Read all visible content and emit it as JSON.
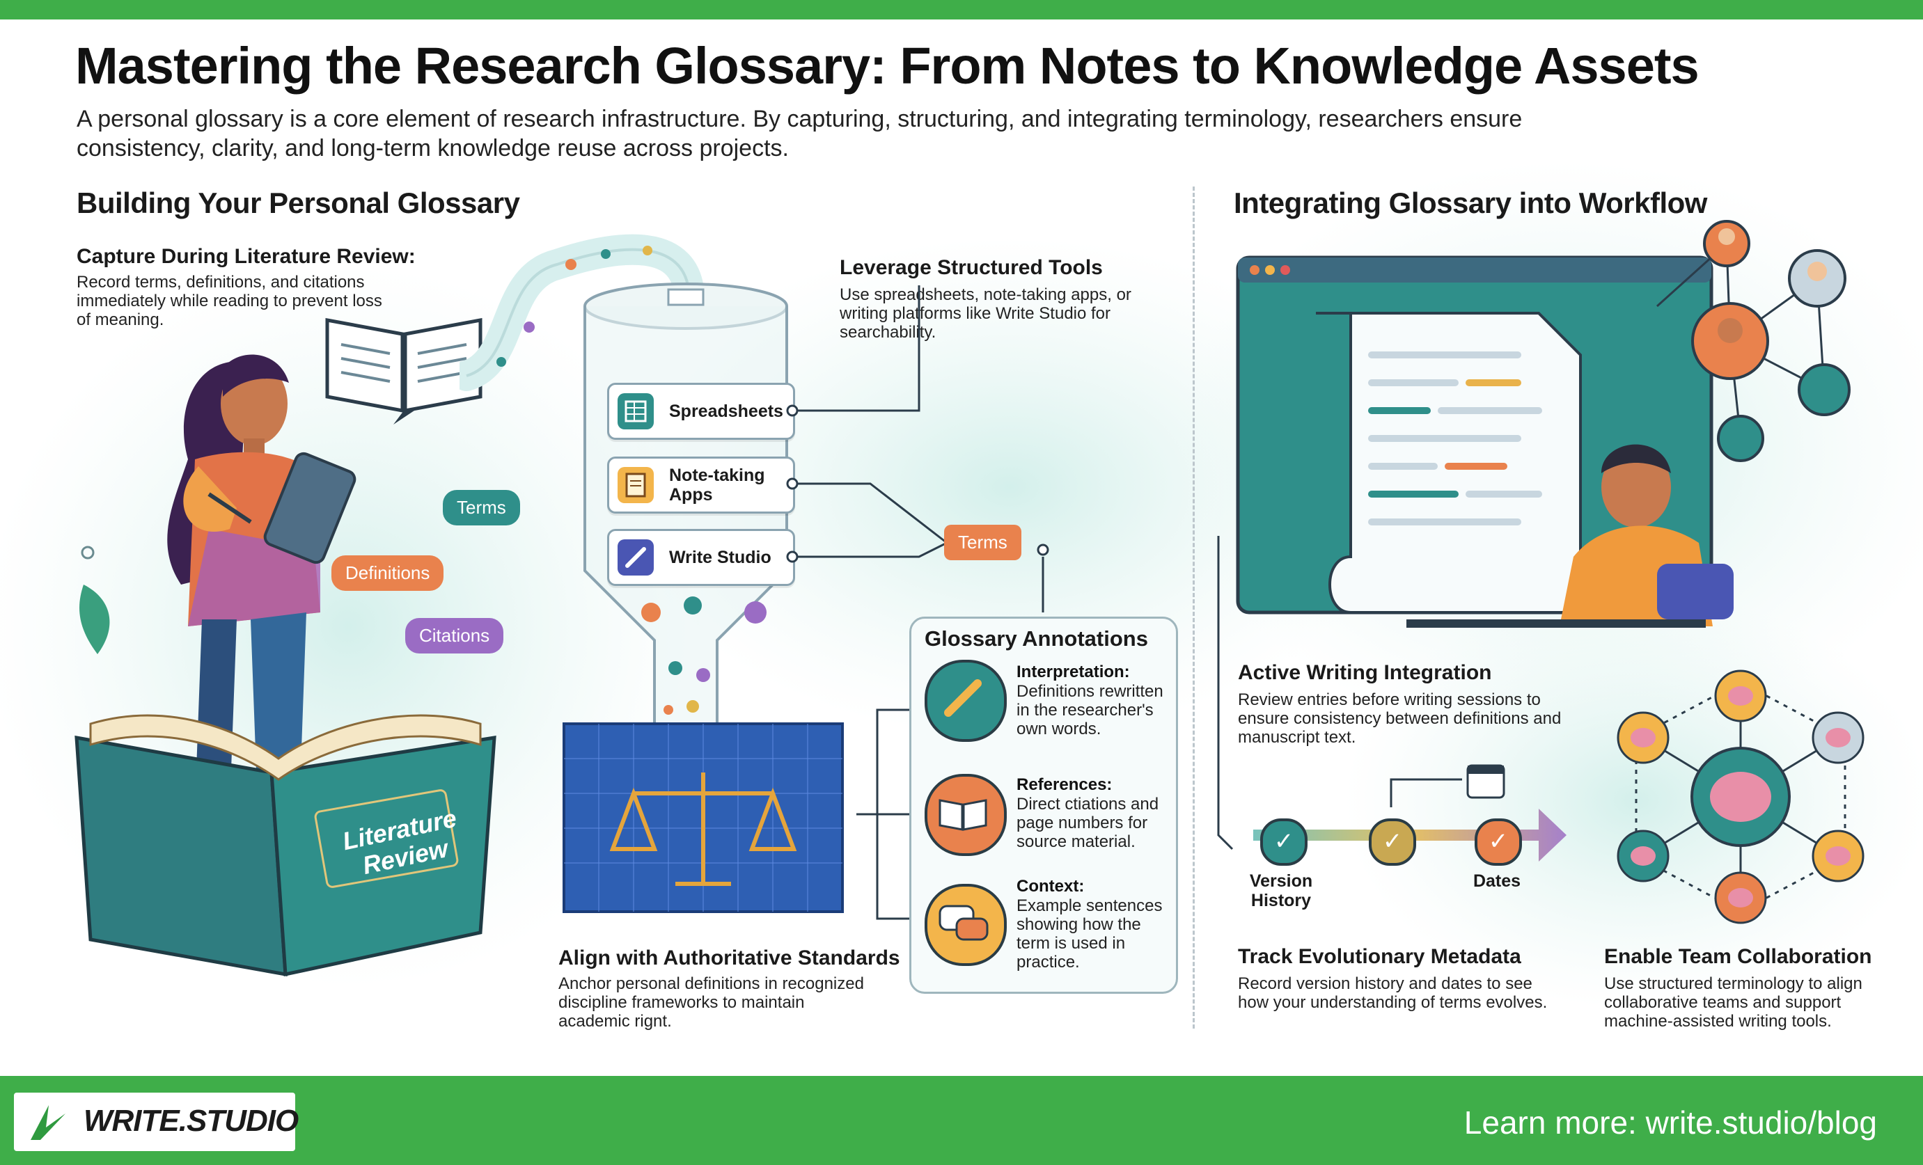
{
  "header": {
    "title": "Mastering the Research Glossary: From Notes to Knowledge Assets",
    "subtitle": "A personal glossary is a core element of research infrastructure. By capturing, structuring, and integrating terminology, researchers ensure consistency, clarity, and long-term knowledge reuse across projects."
  },
  "left": {
    "heading": "Building Your Personal Glossary",
    "capture": {
      "title": "Capture During Literature Review:",
      "body": "Record terms, definitions, and citations immediately while reading to prevent loss of meaning."
    },
    "bubbles": {
      "terms": "Terms",
      "definitions": "Definitions",
      "citations": "Citations"
    },
    "book_label": "Literature Review",
    "tools": {
      "title": "Leverage Structured Tools",
      "body": "Use spreadsheets, note-taking apps, or writing platforms like Write Studio for searchability.",
      "items": [
        "Spreadsheets",
        "Note-taking Apps",
        "Write Studio"
      ]
    },
    "terms_tag": "Terms",
    "align": {
      "title": "Align with Authoritative Standards",
      "body": "Anchor personal definitions in recognized discipline frameworks to maintain academic rignt."
    },
    "annotations": {
      "title": "Glossary Annotations",
      "items": [
        {
          "label": "Interpretation:",
          "text": "Definitions rewritten in the researcher's own words."
        },
        {
          "label": "References:",
          "text": "Direct ctiations and page numbers for source material."
        },
        {
          "label": "Context:",
          "text": "Example sentences showing how the term is used in practice."
        }
      ]
    }
  },
  "right": {
    "heading": "Integrating Glossary into Workflow",
    "active": {
      "title": "Active Writing Integration",
      "body": "Review entries before writing sessions to ensure consistency between definitions and manuscript text."
    },
    "timeline": {
      "version_label": "Version History",
      "dates_label": "Dates"
    },
    "metadata": {
      "title": "Track Evolutionary Metadata",
      "body": "Record version history and dates to see how your understanding of terms evolves."
    },
    "team": {
      "title": "Enable Team Collaboration",
      "body": "Use structured terminology to align collaborative teams and support machine-assisted writing tools."
    }
  },
  "footer": {
    "brand": "WRITE.STUDIO",
    "link": "Learn more: write.studio/blog"
  },
  "colors": {
    "brand_green": "#3fae49",
    "teal": "#2f8f8a",
    "orange": "#e9824d",
    "purple": "#9a6cc4"
  }
}
